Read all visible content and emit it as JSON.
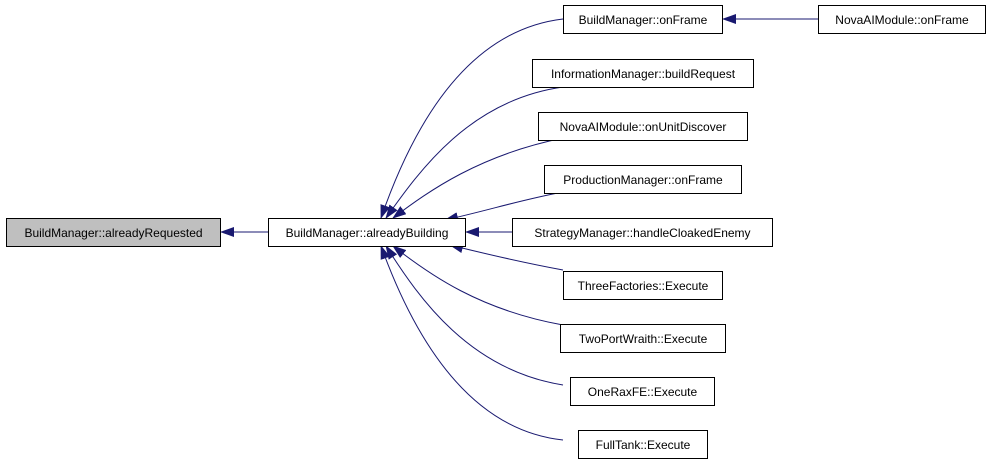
{
  "nodes": {
    "already_requested": "BuildManager::alreadyRequested",
    "already_building": "BuildManager::alreadyBuilding",
    "bm_on_frame": "BuildManager::onFrame",
    "nova_on_frame": "NovaAIModule::onFrame",
    "im_build_request": "InformationManager::buildRequest",
    "nova_on_unit_discover": "NovaAIModule::onUnitDiscover",
    "pm_on_frame": "ProductionManager::onFrame",
    "sm_handle_cloaked": "StrategyManager::handleCloakedEnemy",
    "three_factories": "ThreeFactories::Execute",
    "two_port_wraith": "TwoPortWraith::Execute",
    "one_rax_fe": "OneRaxFE::Execute",
    "full_tank": "FullTank::Execute"
  },
  "colors": {
    "edge": "#191970",
    "highlight_fill": "#bfbfbf",
    "node_border": "#000000"
  }
}
